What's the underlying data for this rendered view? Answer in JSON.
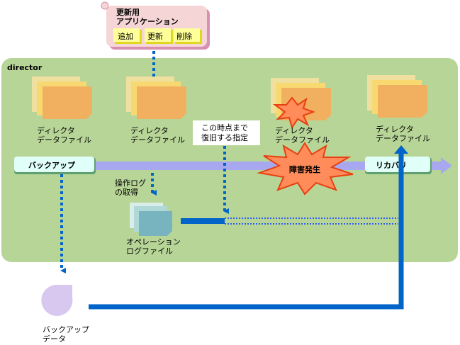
{
  "app_box": {
    "title_line1": "更新用",
    "title_line2": "アプリケーション",
    "buttons": [
      "追加",
      "更新",
      "削除"
    ]
  },
  "panel": {
    "label": "director"
  },
  "files": [
    {
      "line1": "ディレクタ",
      "line2": "データファイル"
    },
    {
      "line1": "ディレクタ",
      "line2": "データファイル"
    },
    {
      "line1": "ディレクタ",
      "line2": "データファイル"
    },
    {
      "line1": "ディレクタ",
      "line2": "データファイル"
    }
  ],
  "callout": {
    "line1": "この時点まで",
    "line2": "復旧する指定"
  },
  "backup_button": "バックアップ",
  "recovery_button": "リカバリ",
  "failure": "障害発生",
  "log_fetch": {
    "line1": "操作ログ",
    "line2": "の取得"
  },
  "log_file": {
    "line1": "オペレーション",
    "line2": "ログファイル"
  },
  "backup_data": {
    "line1": "バックアップ",
    "line2": "データ"
  },
  "colors": {
    "panel": "#b8d598",
    "arrow_band": "#a8a8f0",
    "line": "#0064c8",
    "burst": "#ff8c5a",
    "app_box": "#f5d5d5"
  }
}
